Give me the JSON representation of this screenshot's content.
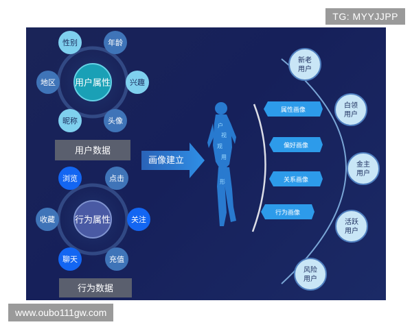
{
  "watermark_top": "TG: MYYJJPP",
  "watermark_bottom": "www.oubo111gw.com",
  "user_group": {
    "center": "用户属性",
    "nodes": [
      "性别",
      "年龄",
      "地区",
      "兴趣",
      "昵称",
      "头像"
    ],
    "label": "用户数据"
  },
  "behavior_group": {
    "center": "行为属性",
    "nodes": [
      "浏览",
      "点击",
      "收藏",
      "关注",
      "聊天",
      "充值"
    ],
    "label": "行为数据"
  },
  "arrow_label": "画像建立",
  "figure_words": [
    "户",
    "视",
    "观",
    "用",
    "形"
  ],
  "portrait_tags": [
    "属性画像",
    "偏好画像",
    "关系画像",
    "行为画像"
  ],
  "segments": [
    [
      "新老",
      "用户"
    ],
    [
      "白领",
      "用户"
    ],
    [
      "金主",
      "用户"
    ],
    [
      "活跃",
      "用户"
    ],
    [
      "风险",
      "用户"
    ]
  ],
  "colors": {
    "background": "#1a2458",
    "light_node": "#7fd0ee",
    "mid_node": "#3f74b8",
    "bright_node": "#1366f2",
    "center_node": "#1aa0b6",
    "arc": "#7aa6d6",
    "tag": "#2d9bea"
  }
}
